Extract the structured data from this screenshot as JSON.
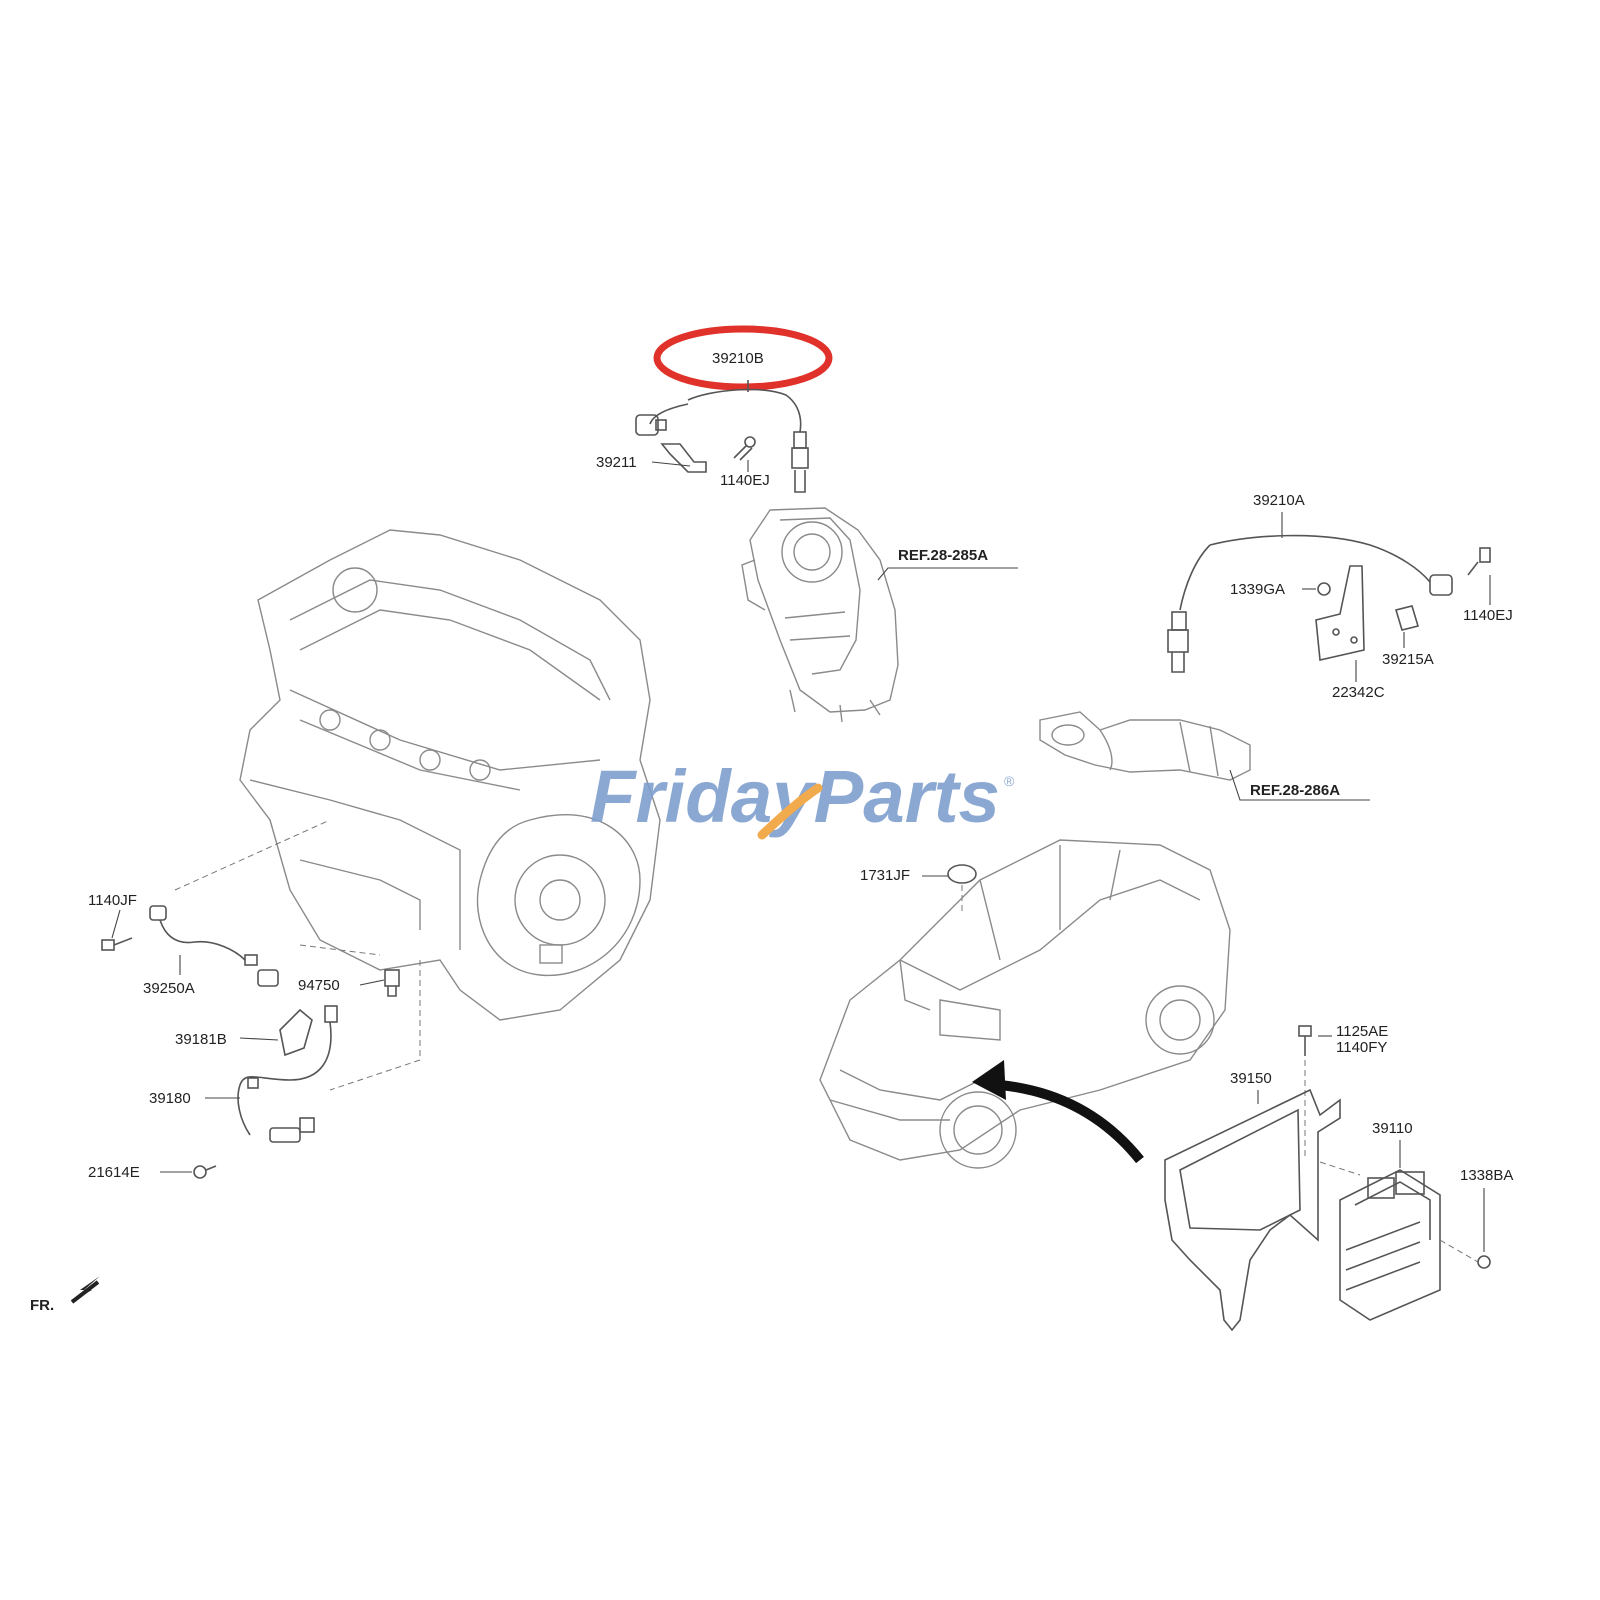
{
  "diagram": {
    "labels": {
      "p39210B": "39210B",
      "p39211": "39211",
      "p1140EJ_top": "1140EJ",
      "ref285A": "REF.28-285A",
      "p39210A": "39210A",
      "p1339GA": "1339GA",
      "p1140EJ_right": "1140EJ",
      "p39215A": "39215A",
      "p22342C": "22342C",
      "ref286A": "REF.28-286A",
      "p1731JF": "1731JF",
      "p1140JF": "1140JF",
      "p39250A": "39250A",
      "p94750": "94750",
      "p39181B": "39181B",
      "p39180": "39180",
      "p21614E": "21614E",
      "p1125AE": "1125AE",
      "p1140FY": "1140FY",
      "p39150": "39150",
      "p39110": "39110",
      "p1338BA": "1338BA",
      "fr": "FR."
    },
    "highlight": {
      "part": "39210B",
      "color": "#e0322a"
    }
  },
  "watermark": {
    "text": "FridayParts",
    "registered": "®",
    "colors": {
      "text": "#7f9fce",
      "swoosh": "#f0a33a"
    }
  }
}
